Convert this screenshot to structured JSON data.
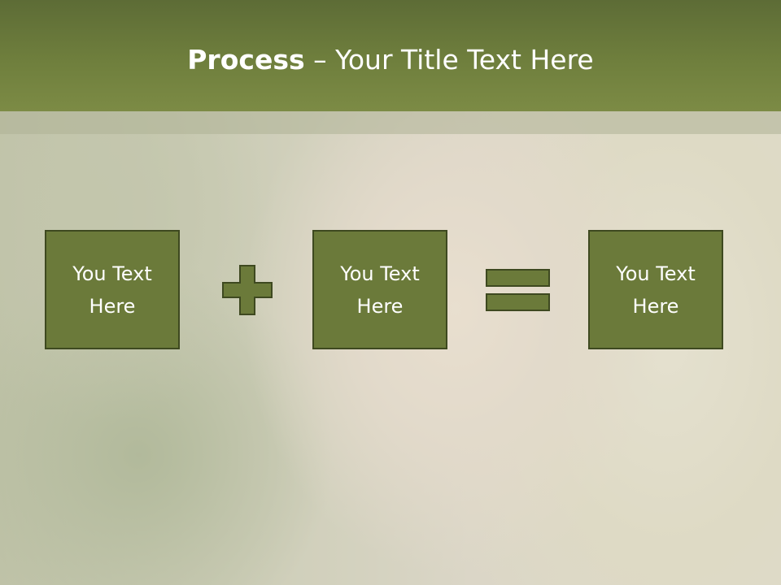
{
  "slide": {
    "title_strong": "Process",
    "title_rest": " – Your Title Text Here",
    "boxes": [
      {
        "text": "You Text\nHere"
      },
      {
        "text": "You Text\nHere"
      },
      {
        "text": "You Text\nHere"
      }
    ],
    "operators": [
      "plus-icon",
      "equals-icon"
    ],
    "colors": {
      "header": "#6f7f3d",
      "box_fill": "#6b7a3a",
      "box_border": "#3e4920",
      "text": "#ffffff"
    }
  }
}
